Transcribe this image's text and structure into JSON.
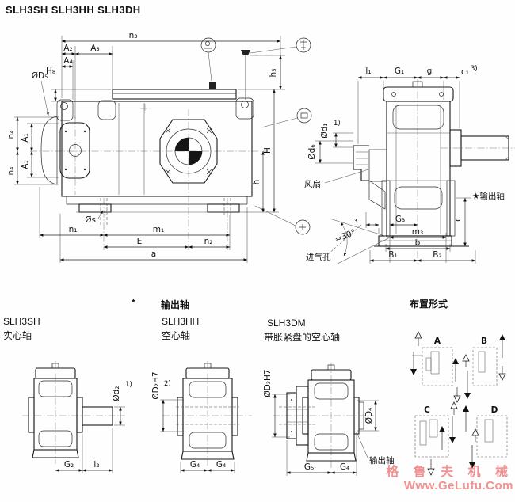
{
  "title": "SLH3SH SLH3HH SLH3DH",
  "front": {
    "n3": "n₃",
    "A2": "A₂",
    "A3": "A₃",
    "A4": "A₄",
    "H8": "H₈",
    "D5": "ØD₅",
    "n4_top": "n₄",
    "A1_top": "A₁",
    "A1_bot": "A₁",
    "n4_bot": "n₄",
    "h5": "h₅",
    "H": "H",
    "h": "h",
    "s": "Øs",
    "n1": "n₁",
    "m1": "m₁",
    "E": "E",
    "n2": "n₂",
    "a": "a"
  },
  "side": {
    "l1": "l₁",
    "G1": "G₁",
    "g": "g",
    "c1": "c₁",
    "note3": "3)",
    "d1": "Ød₁",
    "note1": "1)",
    "d6": "Ød₆",
    "fan": "风扇",
    "angle": "≈30°",
    "air_inlet": "进气孔",
    "c": "c",
    "output_shaft": "★输出轴",
    "l3": "l₃",
    "G3": "G₃",
    "m3": "m₃",
    "b": "b",
    "B1": "B₁",
    "B2": "B₂"
  },
  "sections": {
    "star": "*",
    "output_title": "输出轴",
    "arrangement_title": "布置形式"
  },
  "variants": [
    {
      "model": "SLH3SH",
      "desc": "实心轴",
      "dia": "Ød₂",
      "note": "1)",
      "dimA": "G₂",
      "dimB": "l₂"
    },
    {
      "model": "SLH3HH",
      "desc": "空心轴",
      "dia": "ØD₂H7",
      "note": "2)",
      "dimA": "G₄",
      "dimB": "G₄"
    },
    {
      "model": "SLH3DM",
      "desc": "带胀紧盘的空心轴",
      "dia": "ØD₃H7",
      "dia2": "ØD₄",
      "callout": "输出轴",
      "dimA": "G₅",
      "dimB": "G₄"
    }
  ],
  "arrangements": {
    "a": "A",
    "b": "B",
    "c": "C",
    "d": "D"
  },
  "watermark": {
    "line1": "格 鲁 夫 机 械",
    "line2": "Www.GeLufu.Com",
    "color": "#f29191"
  }
}
